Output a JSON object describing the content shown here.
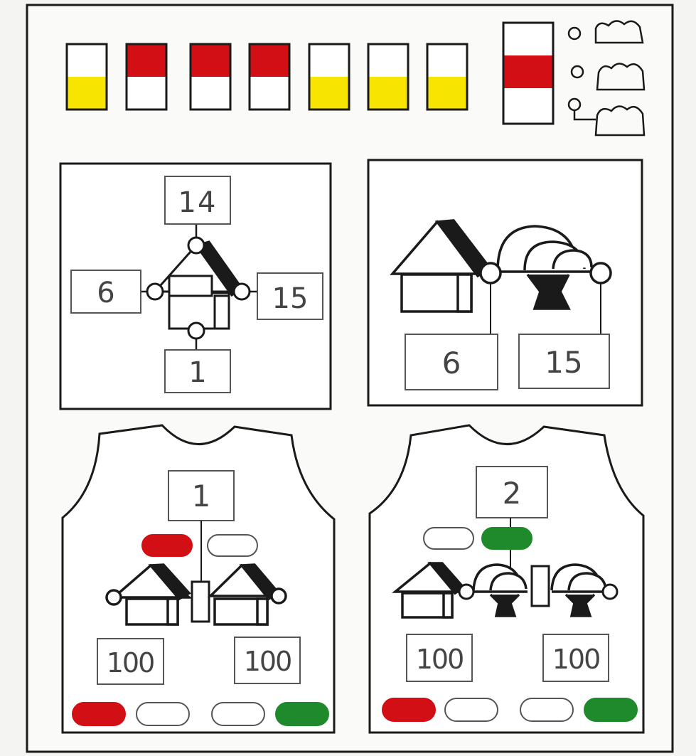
{
  "colors": {
    "red": "#d10f14",
    "yellow": "#f7e400",
    "green": "#1f8a2b",
    "line": "#1a1a1a",
    "fill_white": "#ffffff",
    "paper": "#f4f4f2"
  },
  "top_strip": {
    "swatches": [
      "yellow-bottom",
      "red-top",
      "red-top",
      "red-top",
      "yellow-bottom",
      "yellow-bottom",
      "yellow-bottom"
    ],
    "key_swatch": "red-middle",
    "cloud_icons": [
      "cloud-icon",
      "cloud-icon",
      "cloud-icon"
    ]
  },
  "panel_left": {
    "top_label": "14",
    "left_label": "6",
    "right_label": "15",
    "bottom_label": "1",
    "icon": "house-icon"
  },
  "panel_right": {
    "left_label": "6",
    "right_label": "15",
    "icons": [
      "house-icon",
      "tree-icon"
    ]
  },
  "vest_left": {
    "number_label": "1",
    "left_value": "100",
    "right_value": "100",
    "top_pills": [
      "red",
      "white"
    ],
    "bottom_pills": [
      "red",
      "white",
      "white",
      "green"
    ],
    "icons": [
      "house-icon",
      "house-icon"
    ]
  },
  "vest_right": {
    "number_label": "2",
    "left_value": "100",
    "right_value": "100",
    "top_pills": [
      "white",
      "green"
    ],
    "bottom_pills": [
      "red",
      "white",
      "white",
      "green"
    ],
    "icons": [
      "house-icon",
      "tree-icon",
      "tree-icon"
    ]
  }
}
